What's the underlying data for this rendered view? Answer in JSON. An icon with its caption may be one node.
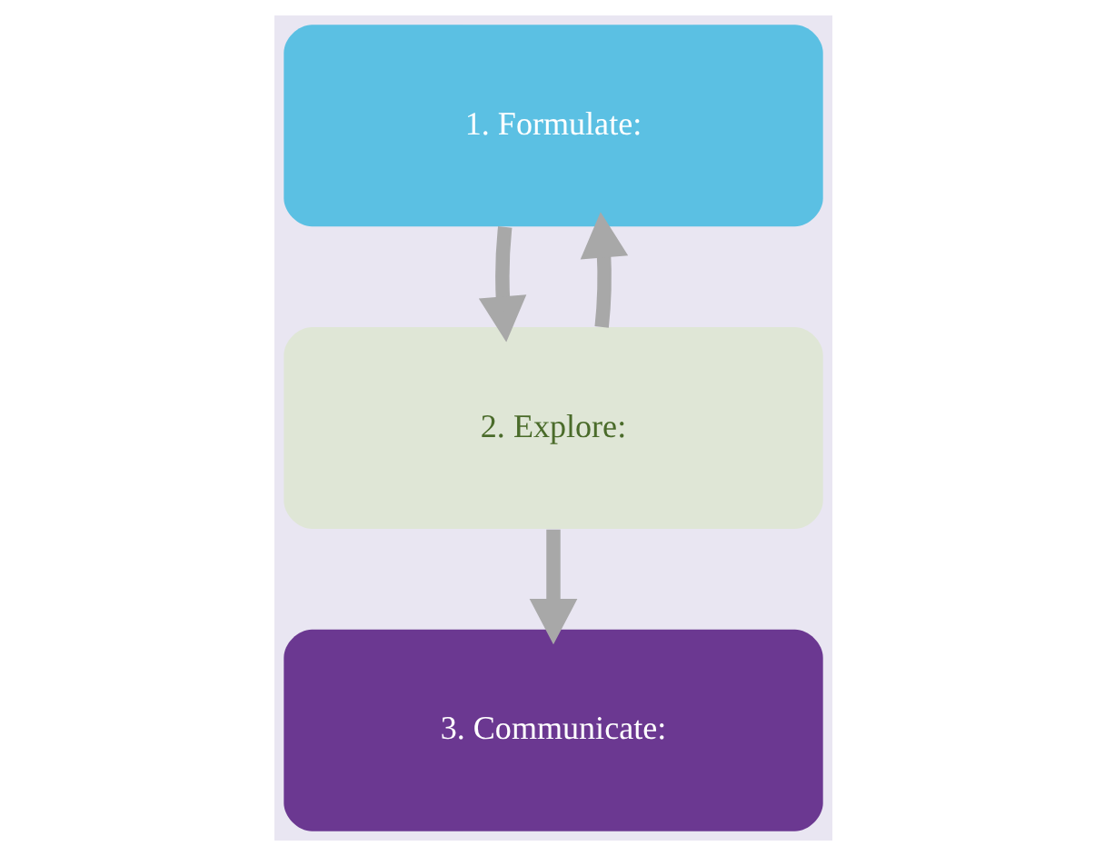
{
  "diagram": {
    "nodes": [
      {
        "text": [
          "1. Formulate:"
        ]
      },
      {
        "text": [
          "2. Explore:"
        ]
      },
      {
        "text": [
          "3. Communicate:"
        ]
      }
    ],
    "edges": [
      {
        "from": 0,
        "to": 1,
        "arrow": "to"
      },
      {
        "from": 1,
        "to": 0,
        "arrow": "to"
      },
      {
        "from": 1,
        "to": 2,
        "arrow": "to"
      }
    ]
  }
}
